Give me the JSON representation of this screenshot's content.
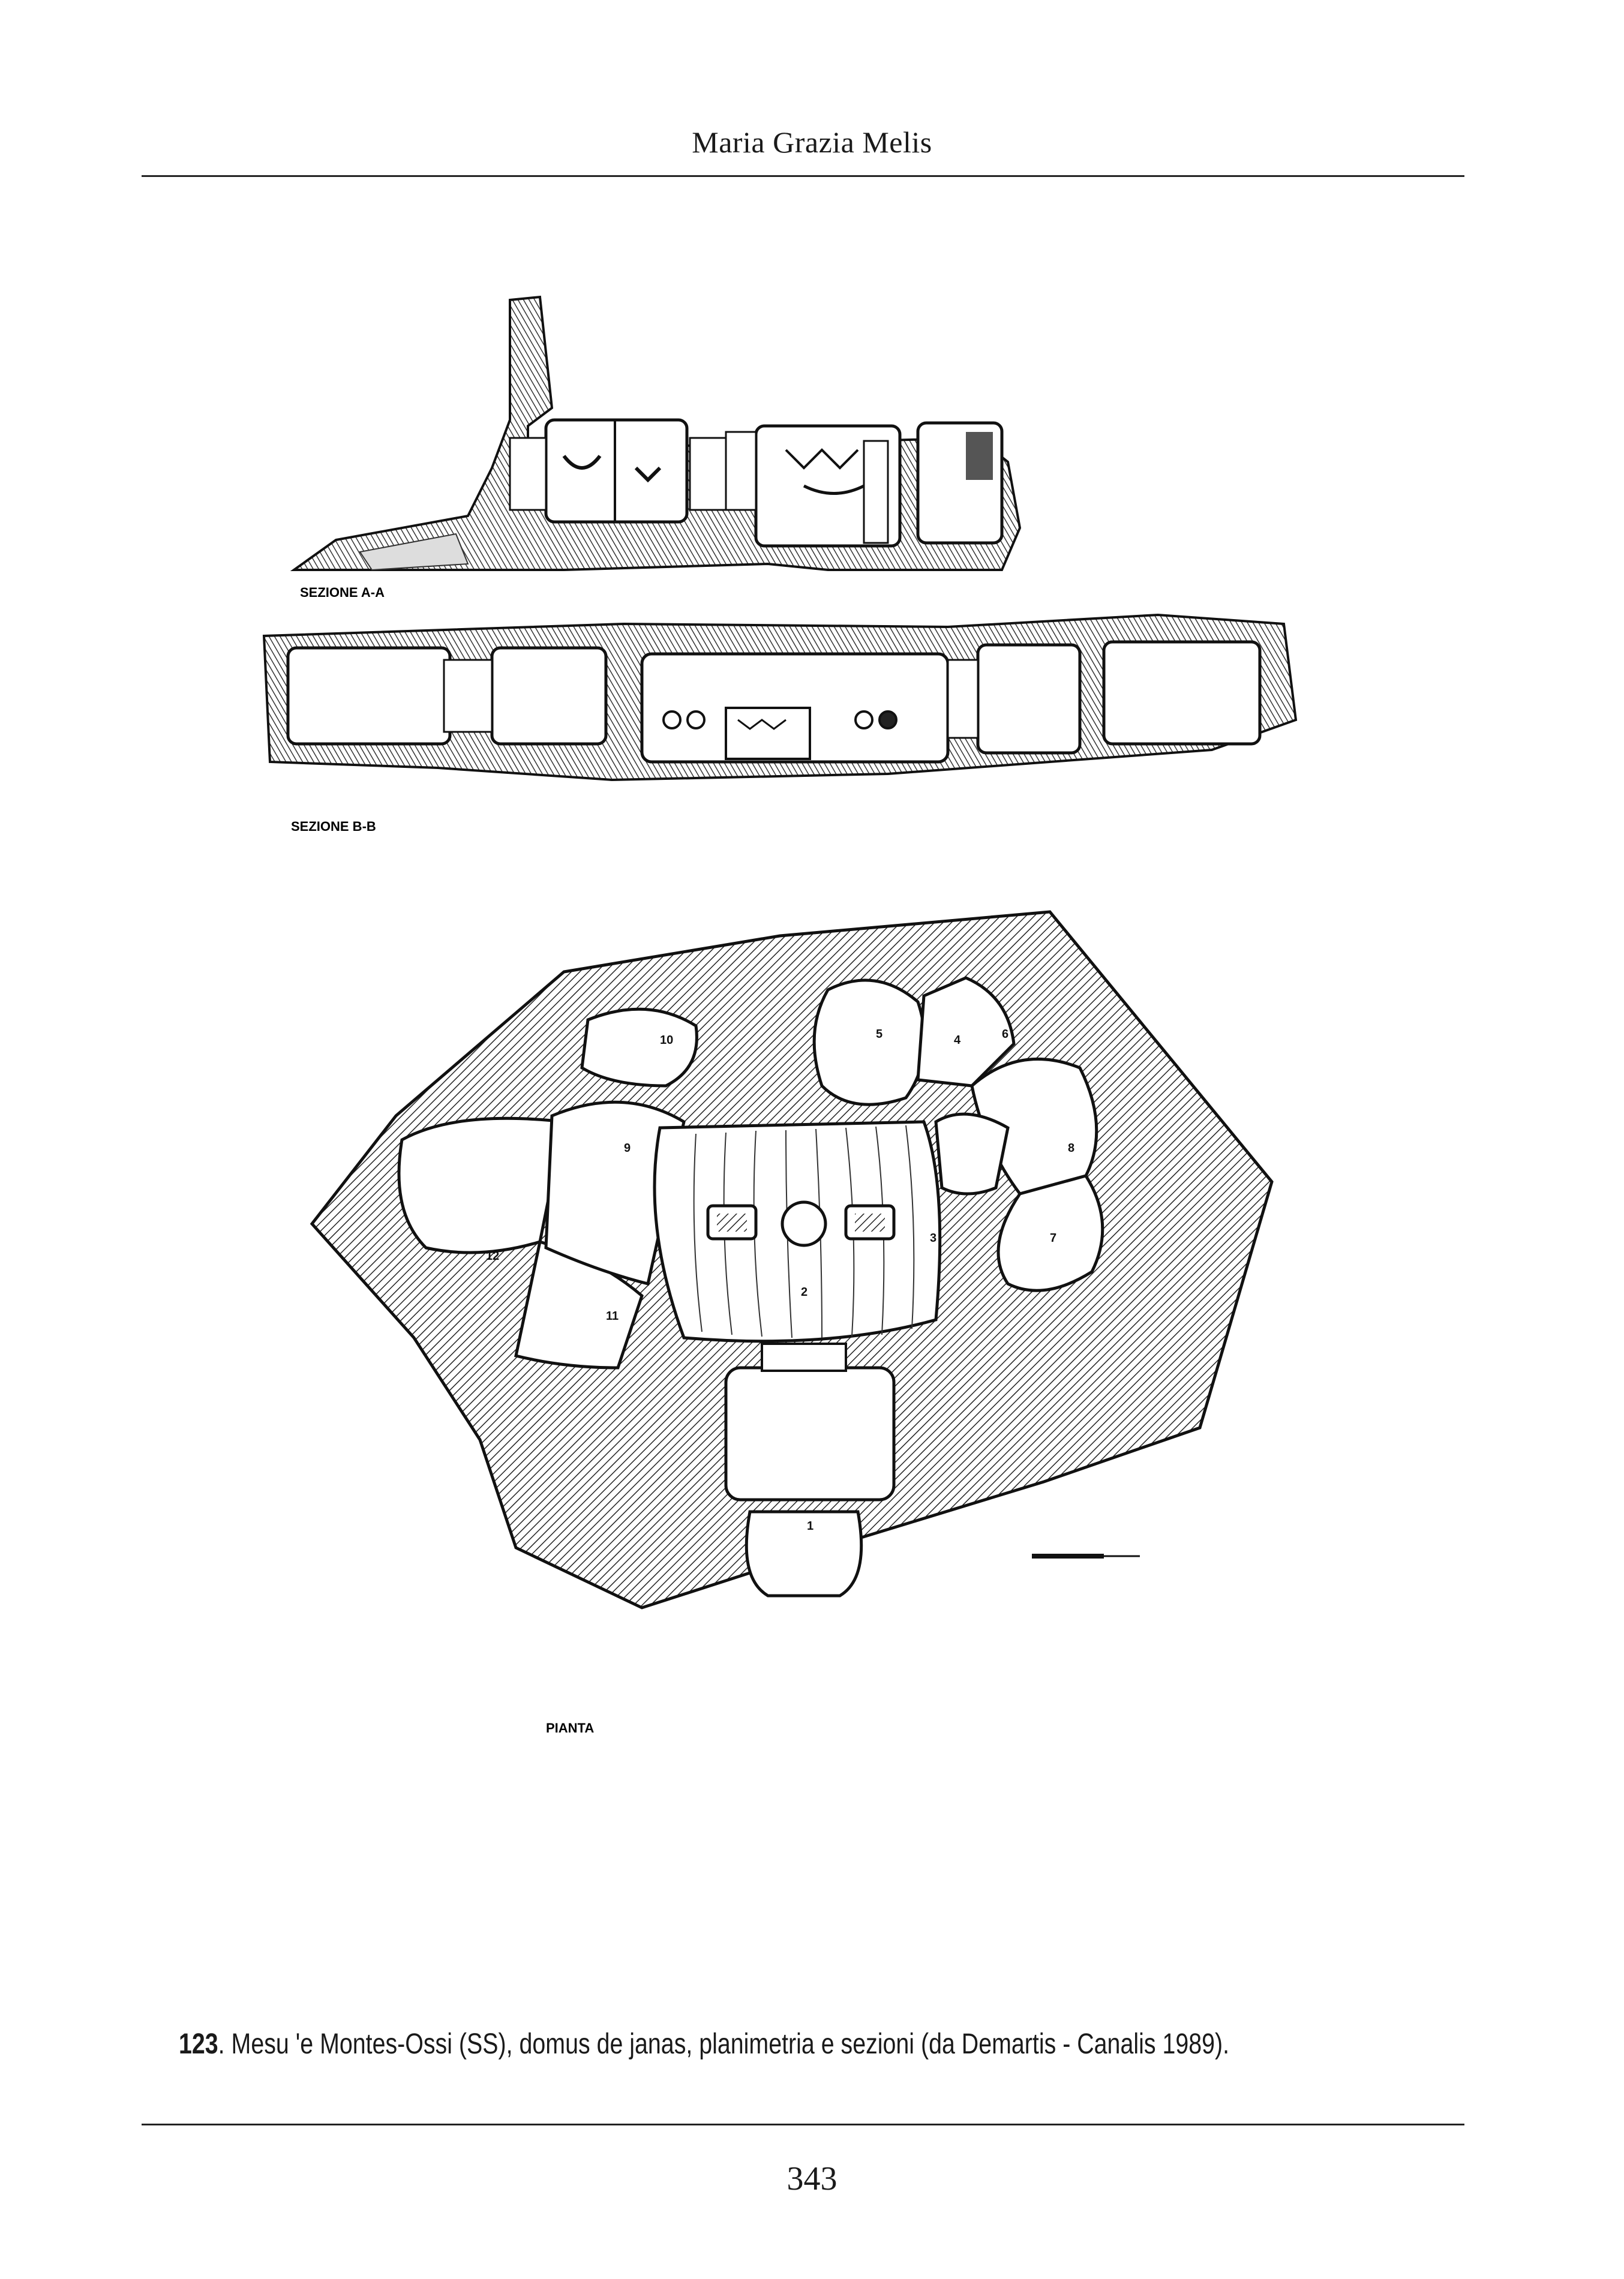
{
  "header": {
    "running_title": "Maria Grazia Melis"
  },
  "figure": {
    "section_a_label": "SEZIONE A-A",
    "section_b_label": "SEZIONE B-B",
    "plan_label": "PIANTA",
    "room_numbers": [
      "1",
      "2",
      "3",
      "4",
      "5",
      "6",
      "7",
      "8",
      "9",
      "10",
      "11",
      "12"
    ]
  },
  "caption": {
    "number": "123",
    "text": ". Mesu 'e Montes-Ossi (SS), domus de janas, planimetria e sezioni (da Demartis - Canalis 1989)."
  },
  "footer": {
    "page_number": "343"
  }
}
